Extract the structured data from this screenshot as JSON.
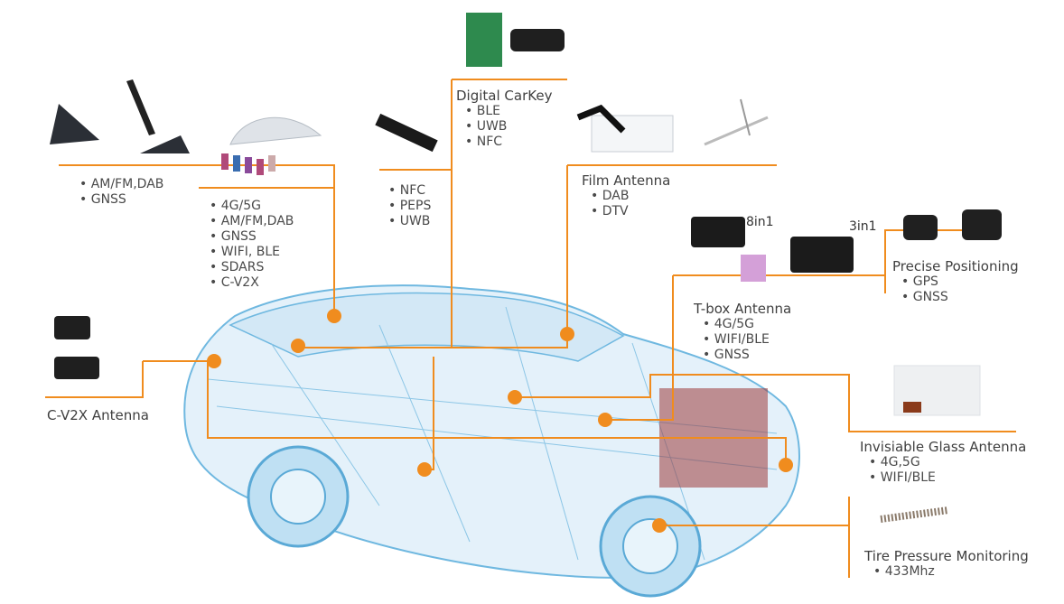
{
  "colors": {
    "accent": "#f08c1e",
    "car_wire": "#6fb8e0",
    "car_fill": "#cfe6f4"
  },
  "groups": {
    "am": {
      "items": [
        "AM/FM,DAB",
        "GNSS"
      ]
    },
    "shark": {
      "items": [
        "4G/5G",
        "AM/FM,DAB",
        "GNSS",
        "WIFI, BLE",
        "SDARS",
        "C-V2X"
      ]
    },
    "nfc": {
      "items": [
        "NFC",
        "PEPS",
        "UWB"
      ]
    },
    "carkey": {
      "title": "Digital CarKey",
      "items": [
        "BLE",
        "UWB",
        "NFC"
      ]
    },
    "film": {
      "title": "Film Antenna",
      "items": [
        "DAB",
        "DTV"
      ]
    },
    "tbox": {
      "title": "T-box Antenna",
      "items": [
        "4G/5G",
        "WIFI/BLE",
        "GNSS"
      ],
      "tag_a": "8in1",
      "tag_b": "3in1"
    },
    "precise": {
      "title": "Precise Positioning",
      "items": [
        "GPS",
        "GNSS"
      ]
    },
    "v2x": {
      "title": "C-V2X Antenna"
    },
    "glass": {
      "title": "Invisiable Glass Antenna",
      "items": [
        "4G,5G",
        "WIFI/BLE"
      ]
    },
    "tire": {
      "title": "Tire Pressure Monitoring",
      "items": [
        "433Mhz"
      ]
    }
  }
}
